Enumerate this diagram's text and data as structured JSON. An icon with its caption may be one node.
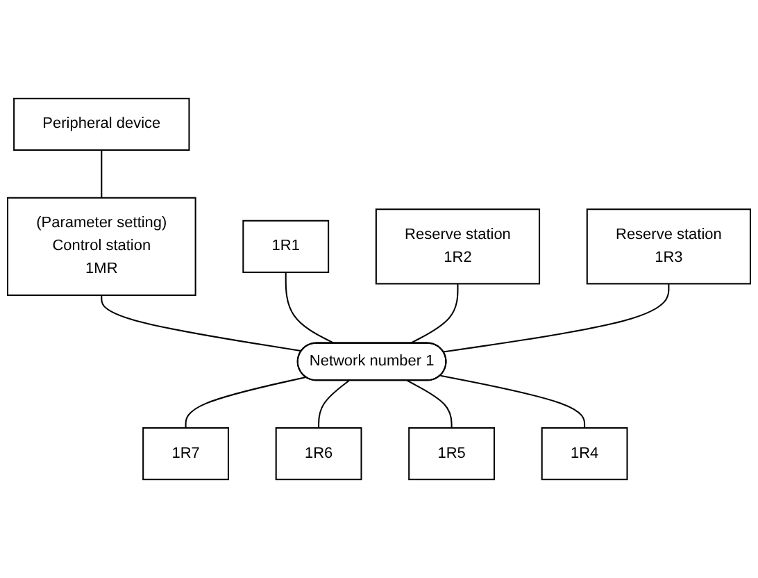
{
  "diagram": {
    "nodes": [
      {
        "text": [
          "Peripheral device"
        ]
      },
      {
        "text": [
          "(Parameter setting)",
          "Control station",
          "1MR"
        ]
      },
      {
        "text": [
          "1R1"
        ]
      },
      {
        "text": [
          "Reserve station",
          "1R2"
        ]
      },
      {
        "text": [
          "Reserve station",
          "1R3"
        ]
      },
      {
        "text": [
          "Network number 1"
        ]
      },
      {
        "text": [
          "1R7"
        ]
      },
      {
        "text": [
          "1R6"
        ]
      },
      {
        "text": [
          "1R5"
        ]
      },
      {
        "text": [
          "1R4"
        ]
      }
    ],
    "edges": [
      {
        "from": 0,
        "to": 1,
        "arrow": "none"
      },
      {
        "from": 1,
        "to": 5,
        "arrow": "none"
      },
      {
        "from": 2,
        "to": 5,
        "arrow": "none"
      },
      {
        "from": 3,
        "to": 5,
        "arrow": "none"
      },
      {
        "from": 4,
        "to": 5,
        "arrow": "none"
      },
      {
        "from": 5,
        "to": 6,
        "arrow": "none"
      },
      {
        "from": 5,
        "to": 7,
        "arrow": "none"
      },
      {
        "from": 5,
        "to": 8,
        "arrow": "none"
      },
      {
        "from": 5,
        "to": 9,
        "arrow": "none"
      }
    ]
  }
}
